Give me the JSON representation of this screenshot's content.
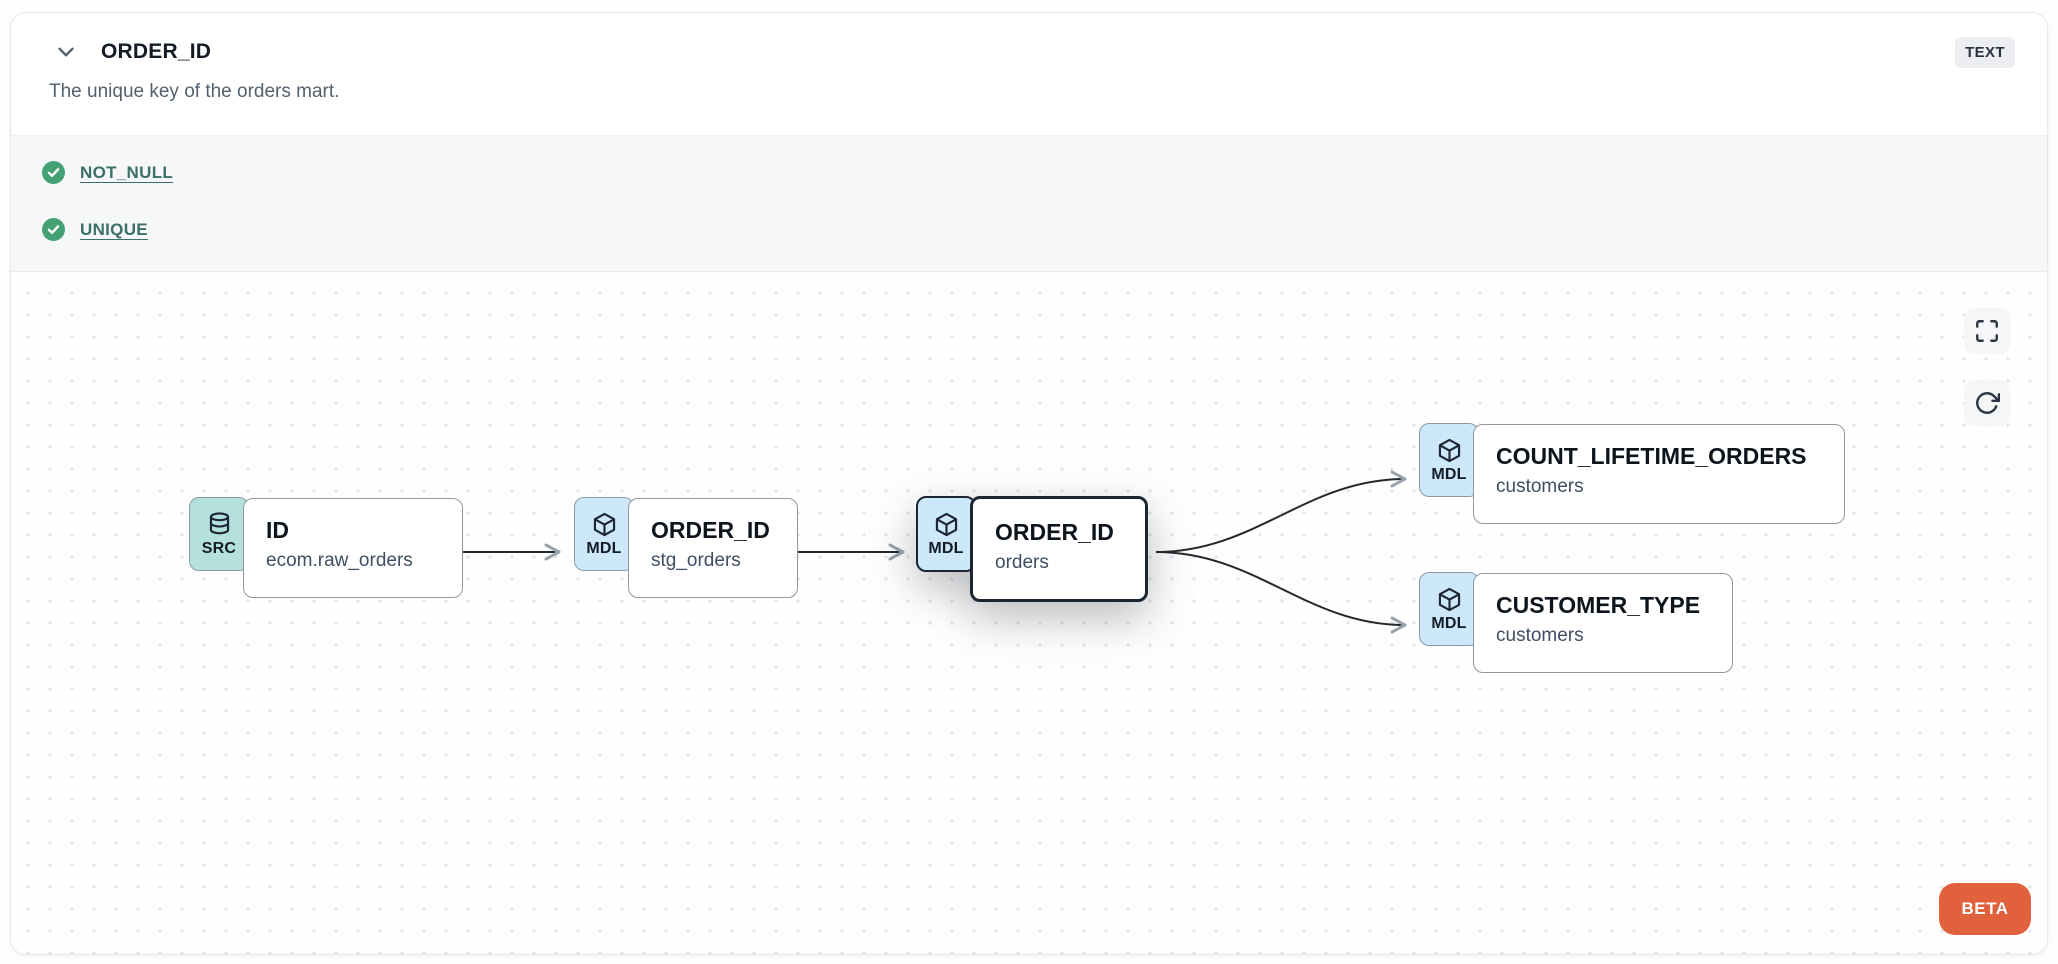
{
  "header": {
    "title": "ORDER_ID",
    "type_badge": "TEXT",
    "description": "The unique key of the orders mart."
  },
  "tests": {
    "items": [
      {
        "icon": "check-circle-icon",
        "status": "pass",
        "label": "NOT_NULL"
      },
      {
        "icon": "check-circle-icon",
        "status": "pass",
        "label": "UNIQUE"
      }
    ]
  },
  "lineage": {
    "beta_label": "BETA",
    "controls": [
      {
        "icon": "fullscreen-icon"
      },
      {
        "icon": "refresh-icon"
      }
    ],
    "nodes": [
      {
        "kind_label": "SRC",
        "icon": "database-icon",
        "title": "ID",
        "subtitle": "ecom.raw_orders",
        "selected": false
      },
      {
        "kind_label": "MDL",
        "icon": "cube-icon",
        "title": "ORDER_ID",
        "subtitle": "stg_orders",
        "selected": false
      },
      {
        "kind_label": "MDL",
        "icon": "cube-icon",
        "title": "ORDER_ID",
        "subtitle": "orders",
        "selected": true
      },
      {
        "kind_label": "MDL",
        "icon": "cube-icon",
        "title": "COUNT_LIFETIME_ORDERS",
        "subtitle": "customers",
        "selected": false
      },
      {
        "kind_label": "MDL",
        "icon": "cube-icon",
        "title": "CUSTOMER_TYPE",
        "subtitle": "customers",
        "selected": false
      }
    ],
    "edges": [
      {
        "source": "ID (ecom.raw_orders)",
        "target": "ORDER_ID (stg_orders)"
      },
      {
        "source": "ORDER_ID (stg_orders)",
        "target": "ORDER_ID (orders)"
      },
      {
        "source": "ORDER_ID (orders)",
        "target": "COUNT_LIFETIME_ORDERS (customers)"
      },
      {
        "source": "ORDER_ID (orders)",
        "target": "CUSTOMER_TYPE (customers)"
      }
    ]
  },
  "colors": {
    "title_text": "#141c26",
    "body_text": "#53616f",
    "subtitle_text": "#3f4e63",
    "link_green": "#3a7164",
    "check_green": "#44a173",
    "src_badge_bg": "#b4e0dd",
    "mdl_badge_bg": "#cde8fb",
    "node_border": "#8f99a4",
    "selected_border": "#1c2633",
    "edge_line": "#23282f",
    "edge_arrow": "#9aa3ae",
    "tests_bg": "#f6f7f9",
    "type_badge_bg": "#eceef1",
    "beta_bg": "#e0613b",
    "canvas_dot": "#dfe2e7",
    "card_border": "#e6e8eb",
    "icon_dark": "#2b3440"
  }
}
